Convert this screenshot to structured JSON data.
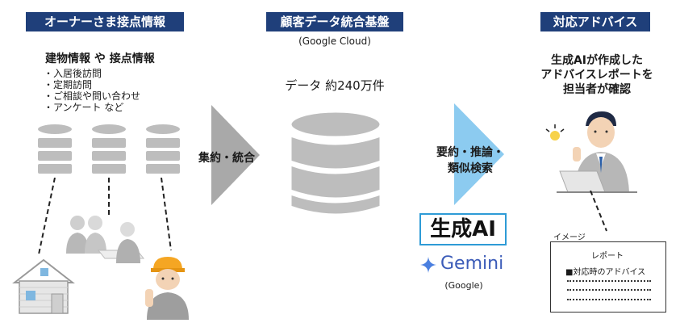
{
  "left": {
    "header": "オーナーさま接点情報",
    "subtitle": "建物情報 や 接点情報",
    "items": [
      "・入居後訪問",
      "・定期訪問",
      "・ご相談や問い合わせ",
      "・アンケート など"
    ]
  },
  "arrow1_label": "集約・統合",
  "center": {
    "header": "顧客データ統合基盤",
    "sub": "(Google Cloud)",
    "data_text": "データ 約240万件"
  },
  "arrow2_label": [
    "要約・推論・",
    "類似検索"
  ],
  "genai": {
    "label": "生成AI",
    "gemini": "Gemini",
    "google": "(Google)"
  },
  "right": {
    "header": "対応アドバイス",
    "desc": [
      "生成AIが作成した",
      "アドバイスレポートを",
      "担当者が確認"
    ],
    "image_label": "イメージ",
    "report_title": "レポート",
    "report_item": "■対応時のアドバイス"
  },
  "colors": {
    "header_bg": "#1f3f7a",
    "arrow1": "#a9a9a9",
    "arrow2": "#8ccbf0",
    "genai_border": "#2e9bd6",
    "db_gray": "#bdbdbd"
  }
}
